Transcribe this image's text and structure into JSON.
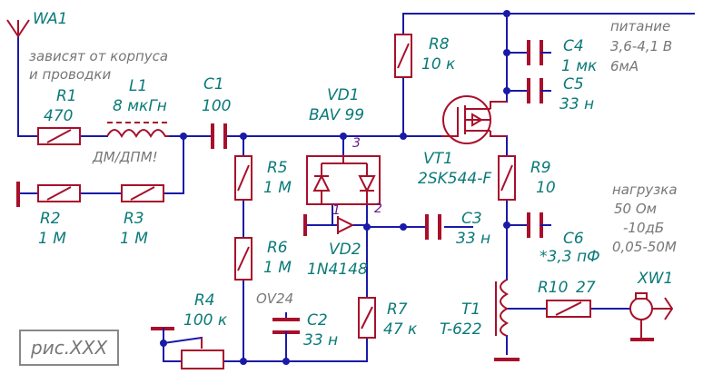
{
  "labels": {
    "wa1": "WA1",
    "note_body": "зависят от корпуса",
    "note_wiring": "и проводки",
    "r1": "R1",
    "r1_val": "470",
    "l1": "L1",
    "l1_val": "8 мкГн",
    "l1_note": "ДМ/ДПМ!",
    "c1": "C1",
    "c1_val": "100",
    "vd1": "VD1",
    "vd1_val": "BAV 99",
    "r8": "R8",
    "r8_val": "10 к",
    "c4": "C4",
    "c4_val": "1 мк",
    "c5": "C5",
    "c5_val": "33 н",
    "supply_title": "питание",
    "supply_voltage": "3,6-4,1 В",
    "supply_current": "6мА",
    "r5": "R5",
    "r5_val": "1 М",
    "r2": "R2",
    "r2_val": "1 М",
    "r3": "R3",
    "r3_val": "1 М",
    "r6": "R6",
    "r6_val": "1 М",
    "vt1": "VT1",
    "vt1_val": "2SK544-F",
    "r9": "R9",
    "r9_val": "10",
    "load_title": "нагрузка",
    "load_imp": "50 Ом",
    "load_gain": "-10дБ",
    "load_freq": "0,05-50М",
    "pin1": "1",
    "pin2": "2",
    "pin3": "3",
    "c3": "C3",
    "c3_val": "33 н",
    "c6": "C6",
    "c6_val": "*3,3 пФ",
    "vd2": "VD2",
    "vd2_val": "1N4148",
    "r4": "R4",
    "r4_val": "100 к",
    "ov24": "OV24",
    "c2": "C2",
    "c2_val": "33 н",
    "r7": "R7",
    "r7_val": "47 к",
    "t1": "T1",
    "t1_val": "T-622",
    "r10": "R10",
    "r10_val": "27",
    "xw1": "XW1",
    "figure": "рис.XXX"
  }
}
